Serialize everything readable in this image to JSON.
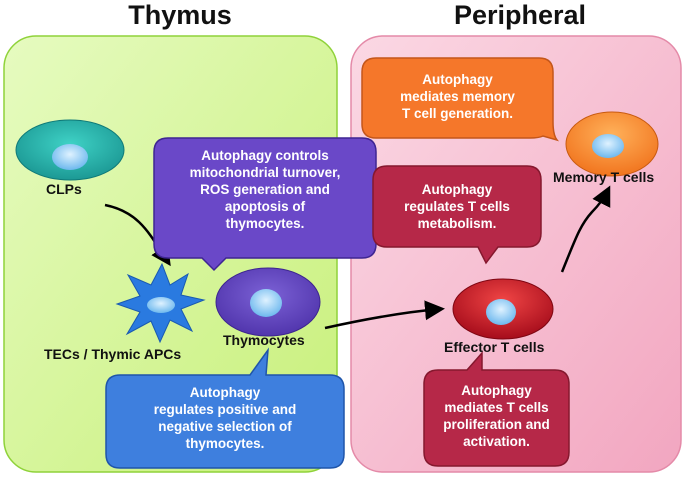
{
  "thymus_panel": {
    "title": "Thymus"
  },
  "peripheral_panel": {
    "title": "Peripheral"
  },
  "cells": {
    "clps": "CLPs",
    "tecs": "TECs / Thymic APCs",
    "thymocytes": "Thymocytes",
    "effector": "Effector  T cells",
    "memory": "Memory  T cells"
  },
  "callouts": {
    "thymocyte_mito": "Autophagy controls\nmitochondrial turnover,\nROS generation and\napoptosis of\nthymocytes.",
    "selection": "Autophagy\nregulates positive and\nnegative selection of\nthymocytes.",
    "memory_generation": "Autophagy\nmediates memory\nT cell generation.",
    "metabolism": "Autophagy\nregulates T cells\nmetabolism.",
    "proliferation": "Autophagy\nmediates T cells\nproliferation and\nactivation."
  },
  "colors": {
    "thymus_bg": "#d8f5a2",
    "peripheral_bg": "#f6c0d2",
    "purple_box": "#6a48c8",
    "blue_box": "#3e7fde",
    "orange_box": "#f5772a",
    "crimson_box": "#b62848"
  }
}
